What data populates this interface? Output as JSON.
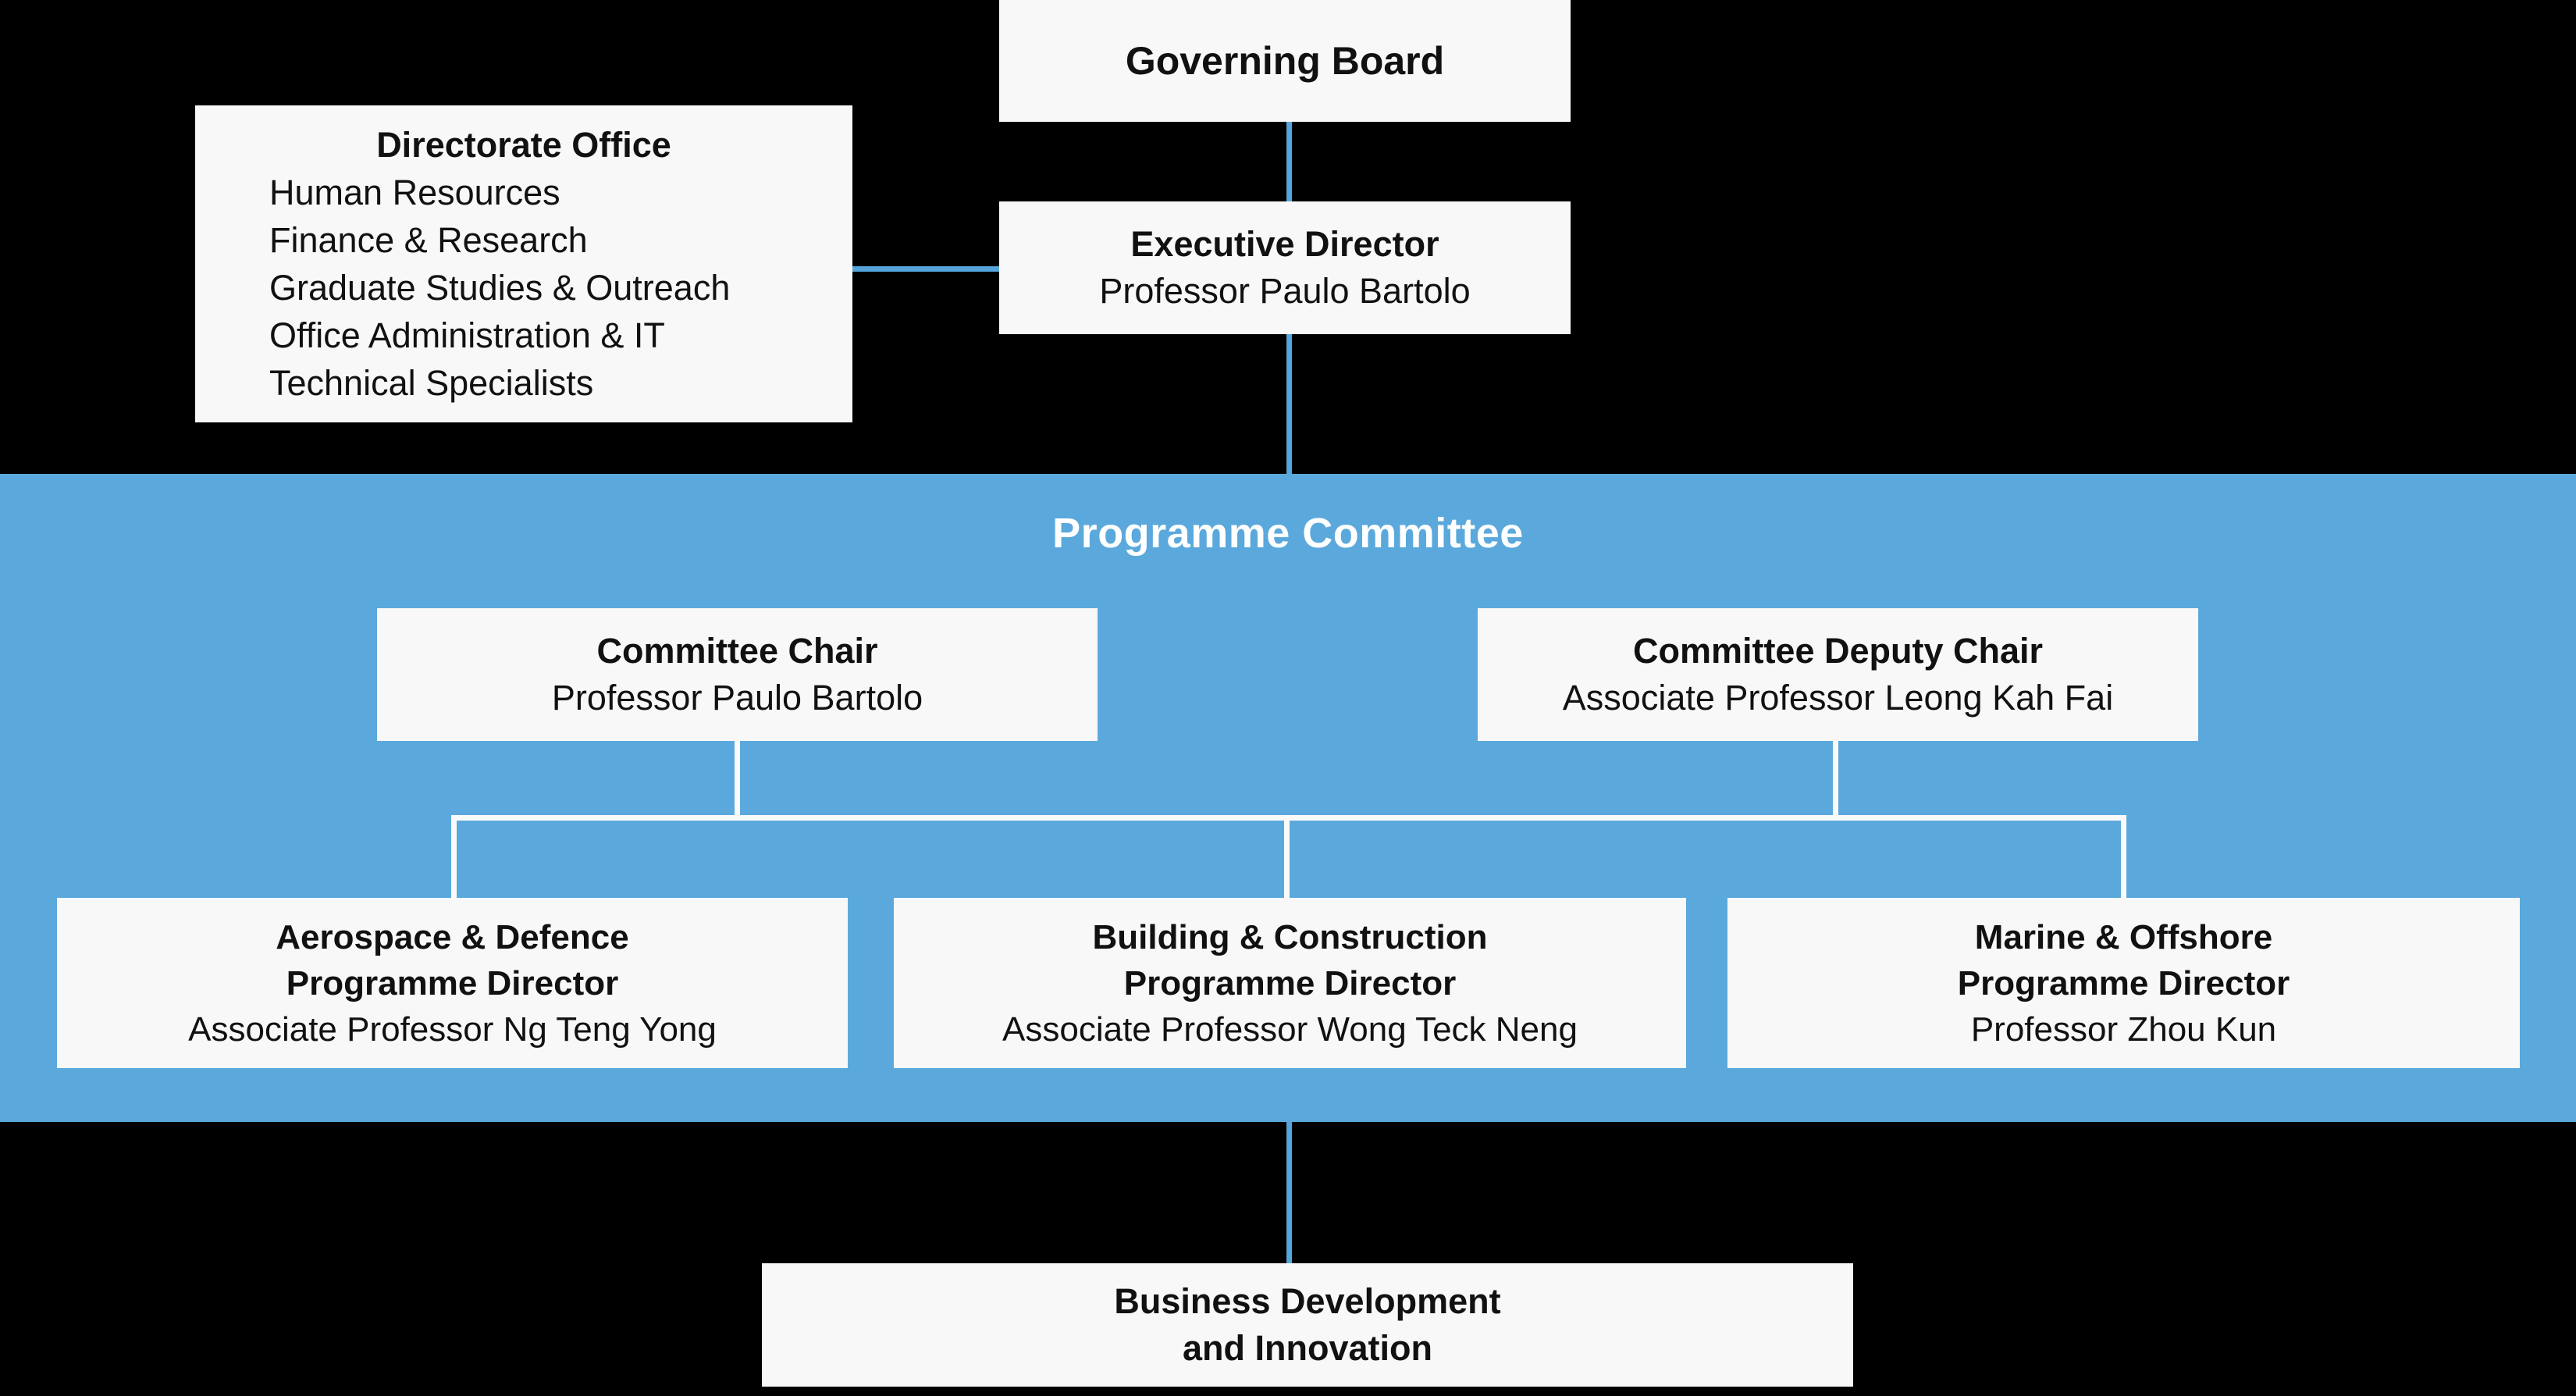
{
  "colors": {
    "background": "#000000",
    "band_fill": "#5BA9DC",
    "box_fill": "#F8F8F8",
    "connector_blue": "#55A5DA",
    "connector_white": "#FAFAFA",
    "text": "#111111",
    "band_title_color": "#FFFFFF"
  },
  "org": {
    "governing_board": {
      "title": "Governing Board"
    },
    "directorate_office": {
      "title": "Directorate Office",
      "items": [
        "Human Resources",
        "Finance & Research",
        "Graduate Studies & Outreach",
        "Office Administration & IT",
        "Technical Specialists"
      ]
    },
    "executive_director": {
      "title": "Executive Director",
      "name": "Professor Paulo Bartolo"
    },
    "programme_committee": {
      "title": "Programme Committee",
      "chair": {
        "title": "Committee Chair",
        "name": "Professor Paulo Bartolo"
      },
      "deputy_chair": {
        "title": "Committee Deputy Chair",
        "name": "Associate Professor Leong Kah Fai"
      },
      "programmes": [
        {
          "title_line1": "Aerospace & Defence",
          "title_line2": "Programme Director",
          "name": "Associate Professor Ng Teng Yong"
        },
        {
          "title_line1": "Building & Construction",
          "title_line2": "Programme Director",
          "name": "Associate Professor Wong Teck Neng"
        },
        {
          "title_line1": "Marine & Offshore",
          "title_line2": "Programme Director",
          "name": "Professor Zhou Kun"
        }
      ]
    },
    "business_development": {
      "title_line1": "Business Development",
      "title_line2": "and Innovation"
    }
  }
}
